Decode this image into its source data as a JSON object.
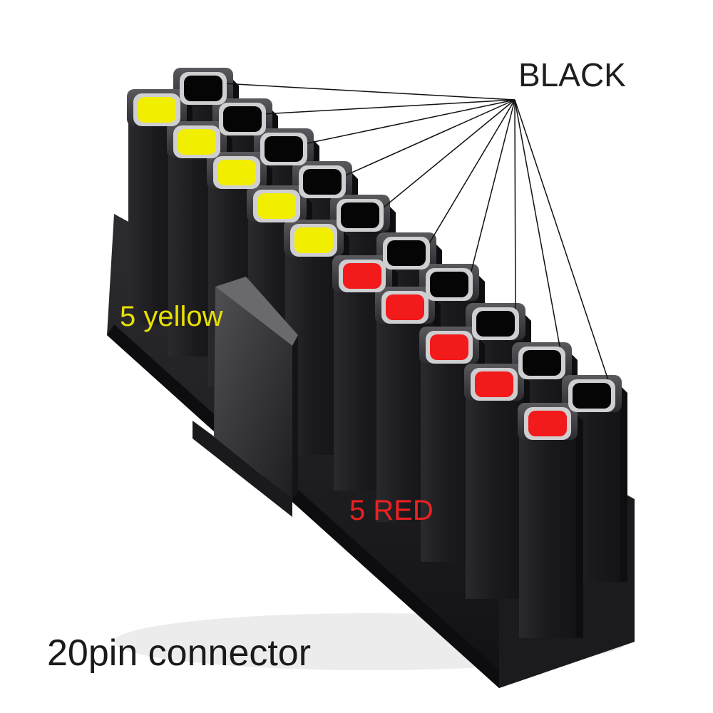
{
  "labels": {
    "black": "BLACK",
    "yellow": "5 yellow",
    "red": "5 RED",
    "title": "20pin connector"
  },
  "colors": {
    "background": "#ffffff",
    "housing": "#1c1c1e",
    "black_label": "#1e1e1e",
    "yellow_label": "#e8e000",
    "red_label": "#ef2020",
    "yellow_pin": "#f2ee00",
    "red_pin": "#f21a1a",
    "black_pin": "#050505"
  },
  "connector": {
    "pin_total": 20,
    "yellow_pins": 5,
    "red_pins": 5,
    "black_pins": 10
  }
}
